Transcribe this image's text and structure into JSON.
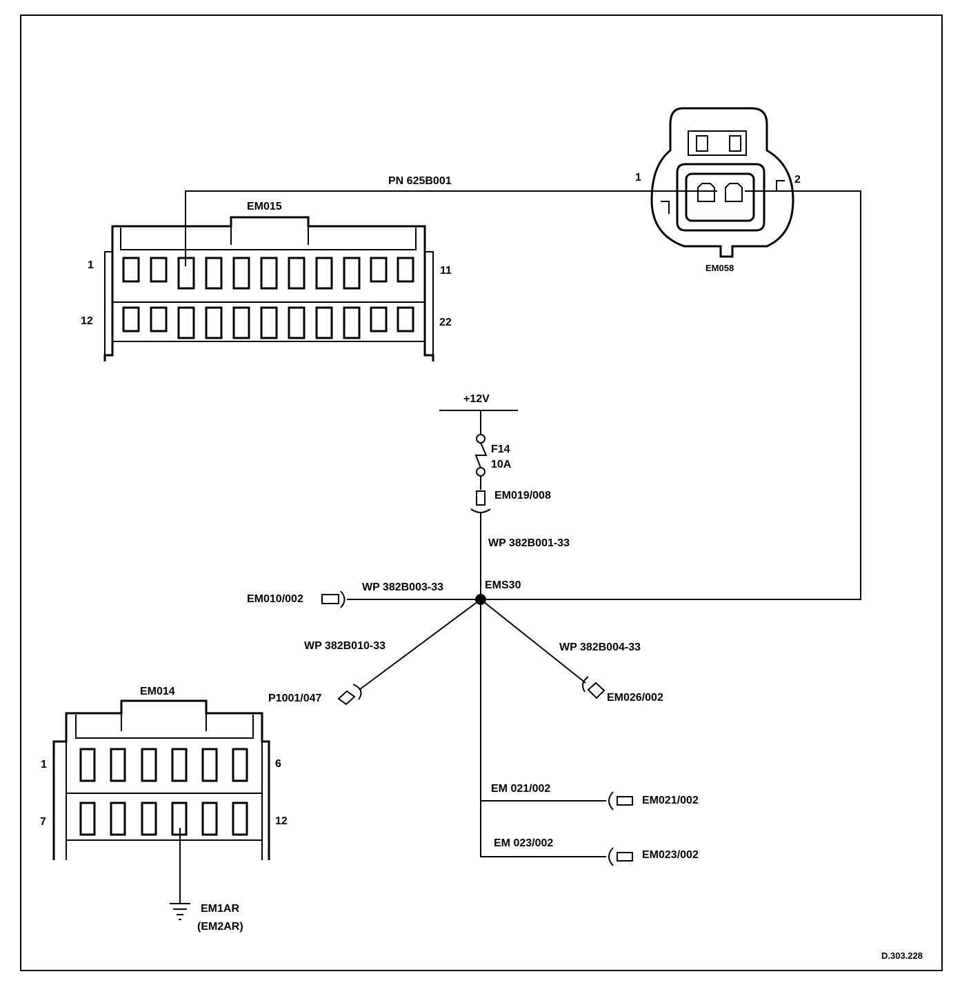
{
  "diagram_code": "D.303.228",
  "connectors": {
    "em015": {
      "name": "EM015",
      "pin_first_top": "1",
      "pin_last_top": "11",
      "pin_first_bottom": "12",
      "pin_last_bottom": "22"
    },
    "em014": {
      "name": "EM014",
      "pin_first_top": "1",
      "pin_last_top": "6",
      "pin_first_bottom": "7",
      "pin_last_bottom": "12"
    },
    "em058": {
      "name": "EM058",
      "pin_1": "1",
      "pin_2": "2"
    }
  },
  "power": {
    "supply": "+12V",
    "fuse_id": "F14",
    "fuse_rating": "10A",
    "fuse_connector": "EM019/008"
  },
  "splice": {
    "name": "EMS30"
  },
  "wires": {
    "pn_625b001": "PN 625B001",
    "wp_382b001": "WP 382B001-33",
    "wp_382b003": "WP 382B003-33",
    "wp_382b010": "WP 382B010-33",
    "wp_382b004": "WP 382B004-33",
    "em_021": "EM 021/002",
    "em_023": "EM 023/002"
  },
  "terminals": {
    "em010": "EM010/002",
    "p1001": "P1001/047",
    "em026": "EM026/002",
    "em021": "EM021/002",
    "em023": "EM023/002"
  },
  "ground": {
    "primary": "EM1AR",
    "alternate": "(EM2AR)"
  }
}
